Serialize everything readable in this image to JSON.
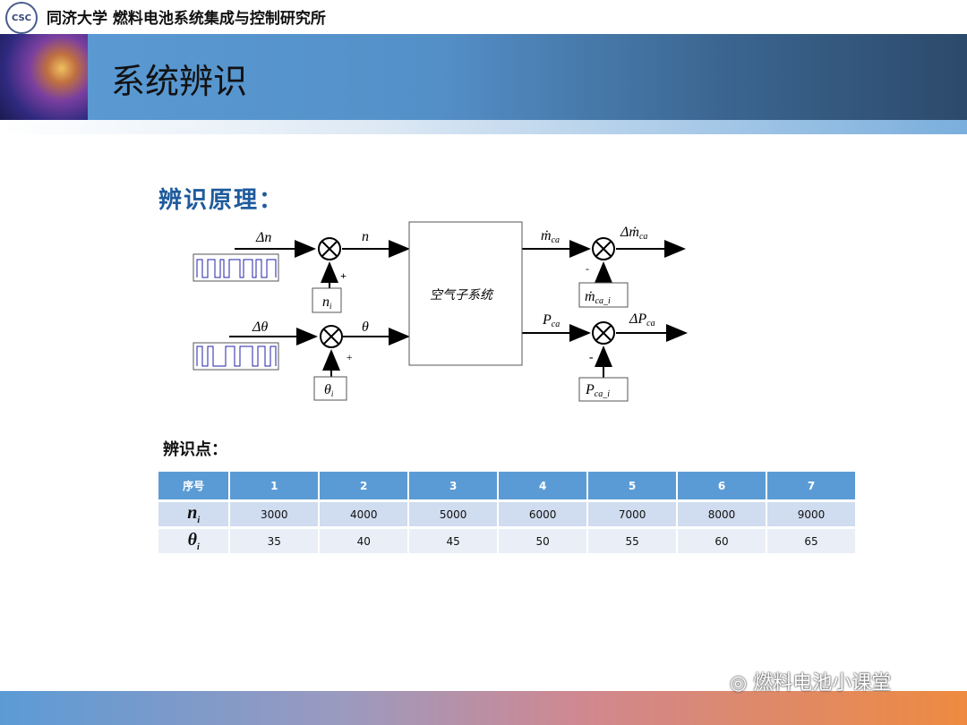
{
  "header": {
    "logo_text": "CSC",
    "org": "同济大学 燃料电池系统集成与控制研究所"
  },
  "title": "系统辨识",
  "section1": "辨识原理：",
  "diagram": {
    "block": "空气子系统",
    "delta_n": "Δn",
    "n": "n",
    "n_i": "n",
    "n_i_sub": "i",
    "delta_theta": "Δθ",
    "theta": "θ",
    "theta_i": "θ",
    "theta_i_sub": "i",
    "plus": "+",
    "minus": "-",
    "mca": "ṁ",
    "mca_sub": "ca",
    "dmca": "Δṁ",
    "dmca_sub": "ca",
    "mca_i": "ṁ",
    "mca_i_sub": "ca_i",
    "pca": "P",
    "pca_sub": "ca",
    "dpca": "ΔP",
    "dpca_sub": "ca",
    "pca_i": "P",
    "pca_i_sub": "ca_i"
  },
  "section2": "辨识点：",
  "table": {
    "headers": [
      "序号",
      "1",
      "2",
      "3",
      "4",
      "5",
      "6",
      "7"
    ],
    "rows": [
      {
        "label": "n",
        "sub": "i",
        "values": [
          "3000",
          "4000",
          "5000",
          "6000",
          "7000",
          "8000",
          "9000"
        ]
      },
      {
        "label": "θ",
        "sub": "i",
        "values": [
          "35",
          "40",
          "45",
          "50",
          "55",
          "60",
          "65"
        ]
      }
    ]
  },
  "watermark": "燃料电池小课堂"
}
